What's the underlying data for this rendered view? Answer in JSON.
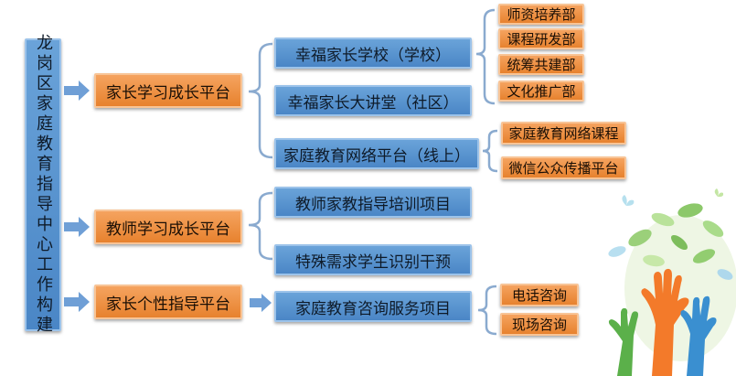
{
  "root": {
    "label": "龙岗区家庭教育指导中心工作构建"
  },
  "platforms": [
    {
      "label": "家长学习成长平台",
      "children": [
        {
          "label": "幸福家长学校（学校）",
          "subitems": [
            "师资培养部",
            "课程研发部",
            "统筹共建部",
            "文化推广部"
          ]
        },
        {
          "label": "幸福家长大讲堂（社区）",
          "subitems": []
        },
        {
          "label": "家庭教育网络平台（线上）",
          "subitems": [
            "家庭教育网络课程",
            "微信公众传播平台"
          ]
        }
      ]
    },
    {
      "label": "教师学习成长平台",
      "children": [
        {
          "label": "教师家教指导培训项目",
          "subitems": []
        },
        {
          "label": "特殊需求学生识别干预",
          "subitems": []
        }
      ]
    },
    {
      "label": "家长个性指导平台",
      "children": [
        {
          "label": "家庭教育咨询服务项目",
          "subitems": [
            "电话咨询",
            "现场咨询"
          ]
        }
      ]
    }
  ],
  "colors": {
    "blue": "#5b97d1",
    "orange": "#ec8b3a",
    "arrow": "#6f9fd6",
    "brace": "#8aaacf"
  }
}
